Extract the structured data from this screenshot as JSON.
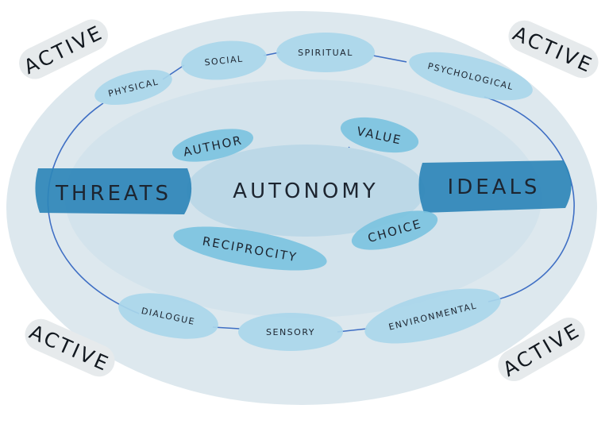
{
  "center": {
    "label": "AUTONOMY"
  },
  "left": {
    "label": "THREATS"
  },
  "right": {
    "label": "IDEALS"
  },
  "inner": {
    "author": "AUTHOR",
    "value": "VALUE",
    "reciprocity": "RECIPROCITY",
    "choice": "CHOICE"
  },
  "outer": {
    "physical": "PHYSICAL",
    "social": "SOCIAL",
    "spiritual": "SPIRITUAL",
    "psychological": "PSYCHOLOGICAL",
    "dialogue": "DIALOGUE",
    "sensory": "SENSORY",
    "environmental": "ENVIRONMENTAL"
  },
  "corners": {
    "top_left": "ACTIVE",
    "top_right": "ACTIVE",
    "bottom_left": "ACTIVE",
    "bottom_right": "ACTIVE"
  },
  "colors": {
    "background_wash": "#dbe7ee",
    "inner_wash": "#c9dde8",
    "node_light": "#a9d6ea",
    "node_mid": "#7cc3e0",
    "node_dark": "#2e86b8",
    "connector": "#3f6fc4",
    "corner_badge": "#e6eaec"
  }
}
